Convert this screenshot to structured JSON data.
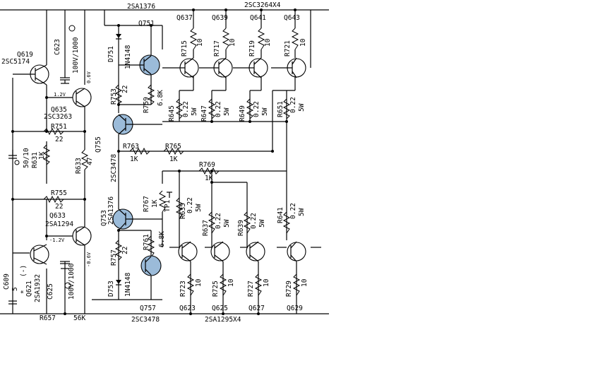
{
  "top_labels": {
    "sa1376": "2SA1376",
    "sc3264": "2SC3264X4"
  },
  "bottom_labels": {
    "q757": "Q757",
    "sc3478": "2SC3478",
    "sa1295": "2SA1295X4",
    "r657": "R657",
    "v56k": "56K"
  },
  "transistors": {
    "q619": {
      "ref": "Q619",
      "part": "2SC5174"
    },
    "q635": {
      "ref": "Q635",
      "part": "2SC3263"
    },
    "q633": {
      "ref": "Q633",
      "part": "2SA1294"
    },
    "q621": {
      "ref": "Q621",
      "part": "2SA1932"
    },
    "q751": {
      "ref": "Q751"
    },
    "q755": {
      "ref": "Q755",
      "part": "2SC3478"
    },
    "q753": {
      "ref": "Q753",
      "part": "2SA1376"
    },
    "q637": "Q637",
    "q639": "Q639",
    "q641": "Q641",
    "q643": "Q643",
    "q623": "Q623",
    "q625": "Q625",
    "q627": "Q627",
    "q629": "Q629"
  },
  "resistors": {
    "r751": {
      "ref": "R751",
      "val": "22"
    },
    "r755": {
      "ref": "R755",
      "val": "22"
    },
    "r631": {
      "ref": "R631",
      "val": "1K"
    },
    "r633": {
      "ref": "R633",
      "val": "47"
    },
    "r753": {
      "ref": "R753",
      "val": "22"
    },
    "r759": {
      "ref": "R759",
      "val": "6.8K"
    },
    "r763": {
      "ref": "R763",
      "val": "1K"
    },
    "r765": {
      "ref": "R765",
      "val": "1K"
    },
    "r769": {
      "ref": "R769",
      "val": "1K"
    },
    "r767": {
      "ref": "R767",
      "val": "1K"
    },
    "r761": {
      "ref": "R761",
      "val": "6.8K"
    },
    "r757": {
      "ref": "R757",
      "val": "22"
    },
    "r715": {
      "ref": "R715",
      "val": "10"
    },
    "r717": {
      "ref": "R717",
      "val": "10"
    },
    "r719": {
      "ref": "R719",
      "val": "10"
    },
    "r721": {
      "ref": "R721",
      "val": "10"
    },
    "r723": {
      "ref": "R723",
      "val": "10"
    },
    "r725": {
      "ref": "R725",
      "val": "10"
    },
    "r727": {
      "ref": "R727",
      "val": "10"
    },
    "r729": {
      "ref": "R729",
      "val": "10"
    },
    "r645": {
      "ref": "R645",
      "val": "0.22",
      "w": "5W"
    },
    "r647": {
      "ref": "R647",
      "val": "0.22",
      "w": "5W"
    },
    "r649": {
      "ref": "R649",
      "val": "0.22",
      "w": "5W"
    },
    "r651": {
      "ref": "R651",
      "val": "0.22",
      "w": "5W"
    },
    "r635": {
      "ref": "R635",
      "val": "0.22",
      "w": "5W"
    },
    "r637": {
      "ref": "R637",
      "val": "0.22",
      "w": "5W"
    },
    "r639": {
      "ref": "R639",
      "val": "0.22",
      "w": "5W"
    },
    "r641": {
      "ref": "R641",
      "val": "0.22",
      "w": "5W"
    }
  },
  "caps": {
    "c623": {
      "ref": "C623",
      "val": "100V/1000"
    },
    "c625": {
      "ref": "C625",
      "val": "100V/1000"
    },
    "c609": {
      "ref": "C609",
      "val": "5",
      "sign": "(-)"
    },
    "c631": {
      "val": "50/10"
    }
  },
  "diodes": {
    "d751": {
      "ref": "D751",
      "part": "1N4148"
    },
    "d753": {
      "ref": "D753",
      "part": "1N4148"
    }
  },
  "voltages": {
    "v12p": "1.2V",
    "v12n": "-1.2V",
    "v06p": "0.6V",
    "v06n": "-0.6V"
  },
  "misc": {
    "tp1": "TP1",
    "star": "*"
  }
}
